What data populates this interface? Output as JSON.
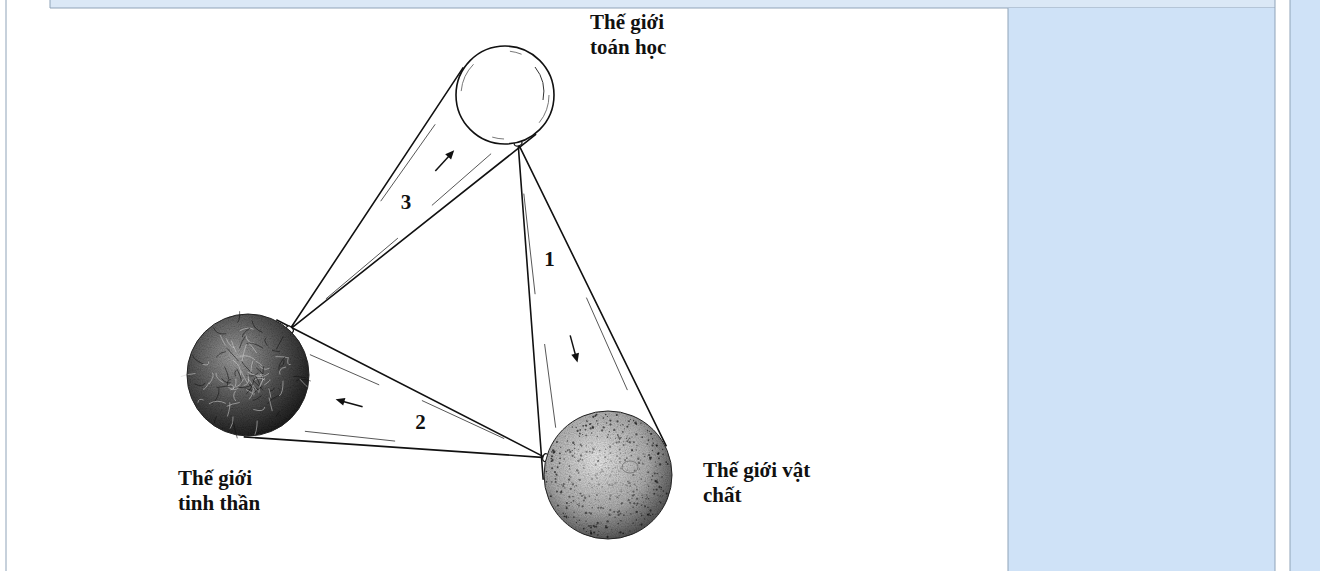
{
  "diagram": {
    "nodes": [
      {
        "text": [
          "Thế giới toán học"
        ]
      },
      {
        "text": [
          "Thế giới tinh thần"
        ]
      },
      {
        "text": [
          "Thế giới vật chất"
        ]
      }
    ],
    "edges": [
      {
        "from": 0,
        "to": 2,
        "arrow": "to",
        "label": "1"
      },
      {
        "from": 2,
        "to": 1,
        "arrow": "to",
        "label": "2"
      },
      {
        "from": 1,
        "to": 0,
        "arrow": "to",
        "label": "3"
      }
    ]
  }
}
